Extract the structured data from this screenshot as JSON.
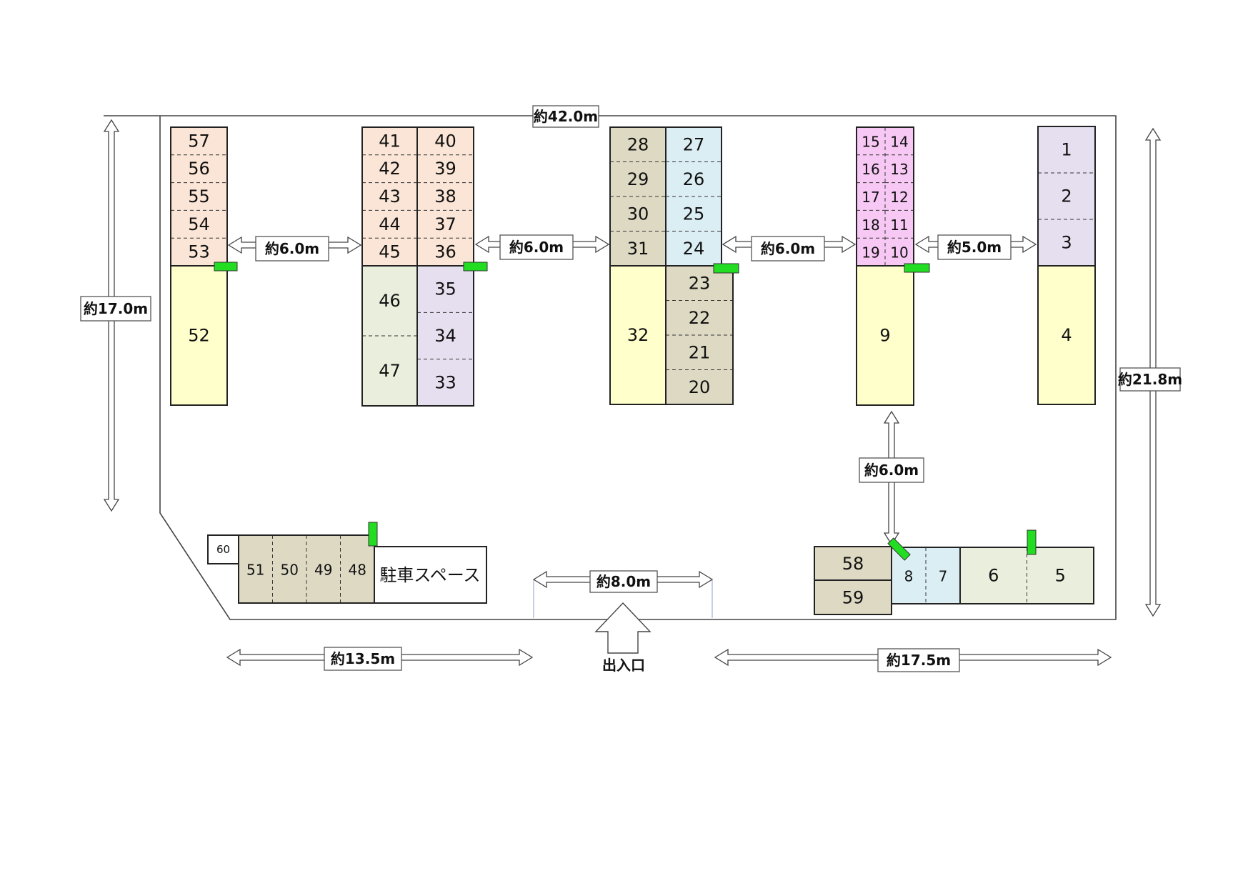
{
  "dimensions": {
    "top_total": "約42.0m",
    "left_height": "約17.0m",
    "right_height": "約21.8m",
    "gap_1": "約6.0m",
    "gap_2": "約6.0m",
    "gap_3": "約6.0m",
    "gap_4": "約5.0m",
    "vertical_gap": "約6.0m",
    "entrance_width": "約8.0m",
    "bottom_left": "約13.5m",
    "bottom_right": "約17.5m"
  },
  "entrance": {
    "label": "出入口"
  },
  "parking_space": {
    "label": "駐車スペース"
  },
  "colors": {
    "peach": "#fbe5d6",
    "yellow": "#ffffcc",
    "green_light": "#e9efdc",
    "lavender": "#e6dff0",
    "tan": "#ddd9c3",
    "blue_light": "#dbeef4",
    "pink": "#f7c8f4",
    "marker": "#22dd22"
  },
  "units": [
    {
      "id": "57",
      "label": "57",
      "color": "peach"
    },
    {
      "id": "56",
      "label": "56",
      "color": "peach"
    },
    {
      "id": "55",
      "label": "55",
      "color": "peach"
    },
    {
      "id": "54",
      "label": "54",
      "color": "peach"
    },
    {
      "id": "53",
      "label": "53",
      "color": "peach"
    },
    {
      "id": "52",
      "label": "52",
      "color": "yellow"
    },
    {
      "id": "41",
      "label": "41",
      "color": "peach"
    },
    {
      "id": "42",
      "label": "42",
      "color": "peach"
    },
    {
      "id": "43",
      "label": "43",
      "color": "peach"
    },
    {
      "id": "44",
      "label": "44",
      "color": "peach"
    },
    {
      "id": "45",
      "label": "45",
      "color": "peach"
    },
    {
      "id": "40",
      "label": "40",
      "color": "peach"
    },
    {
      "id": "39",
      "label": "39",
      "color": "peach"
    },
    {
      "id": "38",
      "label": "38",
      "color": "peach"
    },
    {
      "id": "37",
      "label": "37",
      "color": "peach"
    },
    {
      "id": "36",
      "label": "36",
      "color": "peach"
    },
    {
      "id": "46",
      "label": "46",
      "color": "green_light"
    },
    {
      "id": "47",
      "label": "47",
      "color": "green_light"
    },
    {
      "id": "35",
      "label": "35",
      "color": "lavender"
    },
    {
      "id": "34",
      "label": "34",
      "color": "lavender"
    },
    {
      "id": "33",
      "label": "33",
      "color": "lavender"
    },
    {
      "id": "28",
      "label": "28",
      "color": "tan"
    },
    {
      "id": "29",
      "label": "29",
      "color": "tan"
    },
    {
      "id": "30",
      "label": "30",
      "color": "tan"
    },
    {
      "id": "31",
      "label": "31",
      "color": "tan"
    },
    {
      "id": "27",
      "label": "27",
      "color": "blue_light"
    },
    {
      "id": "26",
      "label": "26",
      "color": "blue_light"
    },
    {
      "id": "25",
      "label": "25",
      "color": "blue_light"
    },
    {
      "id": "24",
      "label": "24",
      "color": "blue_light"
    },
    {
      "id": "32",
      "label": "32",
      "color": "yellow"
    },
    {
      "id": "23",
      "label": "23",
      "color": "tan"
    },
    {
      "id": "22",
      "label": "22",
      "color": "tan"
    },
    {
      "id": "21",
      "label": "21",
      "color": "tan"
    },
    {
      "id": "20",
      "label": "20",
      "color": "tan"
    },
    {
      "id": "15",
      "label": "15",
      "color": "pink"
    },
    {
      "id": "16",
      "label": "16",
      "color": "pink"
    },
    {
      "id": "17",
      "label": "17",
      "color": "pink"
    },
    {
      "id": "18",
      "label": "18",
      "color": "pink"
    },
    {
      "id": "19",
      "label": "19",
      "color": "pink"
    },
    {
      "id": "14",
      "label": "14",
      "color": "pink"
    },
    {
      "id": "13",
      "label": "13",
      "color": "pink"
    },
    {
      "id": "12",
      "label": "12",
      "color": "pink"
    },
    {
      "id": "11",
      "label": "11",
      "color": "pink"
    },
    {
      "id": "10",
      "label": "10",
      "color": "pink"
    },
    {
      "id": "9",
      "label": "9",
      "color": "yellow"
    },
    {
      "id": "1",
      "label": "1",
      "color": "lavender"
    },
    {
      "id": "2",
      "label": "2",
      "color": "lavender"
    },
    {
      "id": "3",
      "label": "3",
      "color": "lavender"
    },
    {
      "id": "4",
      "label": "4",
      "color": "yellow"
    },
    {
      "id": "60",
      "label": "60",
      "color": "white"
    },
    {
      "id": "51",
      "label": "51",
      "color": "tan"
    },
    {
      "id": "50",
      "label": "50",
      "color": "tan"
    },
    {
      "id": "49",
      "label": "49",
      "color": "tan"
    },
    {
      "id": "48",
      "label": "48",
      "color": "tan"
    },
    {
      "id": "58",
      "label": "58",
      "color": "tan"
    },
    {
      "id": "59",
      "label": "59",
      "color": "tan"
    },
    {
      "id": "8",
      "label": "8",
      "color": "blue_light"
    },
    {
      "id": "7",
      "label": "7",
      "color": "blue_light"
    },
    {
      "id": "6",
      "label": "6",
      "color": "green_light"
    },
    {
      "id": "5",
      "label": "5",
      "color": "green_light"
    }
  ]
}
